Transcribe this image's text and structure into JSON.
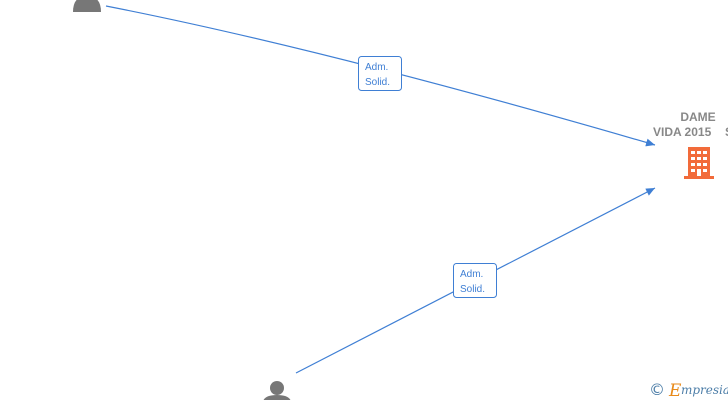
{
  "company": {
    "name_line1": "DAME",
    "name_line2": "VIDA 2015",
    "name_line2_cut": "S",
    "icon": "building-icon",
    "color": "#f26b3a"
  },
  "persons": [
    {
      "icon": "person-icon"
    },
    {
      "icon": "person-icon"
    }
  ],
  "relations": [
    {
      "label_line1": "Adm.",
      "label_line2": "Solid."
    },
    {
      "label_line1": "Adm.",
      "label_line2": "Solid."
    }
  ],
  "watermark": {
    "copyright": "©",
    "brand_initial": "E",
    "brand_rest": "mpresia"
  },
  "colors": {
    "edge": "#3f7fd4",
    "person": "#777777",
    "brand_blue": "#4d7ea8",
    "brand_orange": "#e88a1a"
  }
}
